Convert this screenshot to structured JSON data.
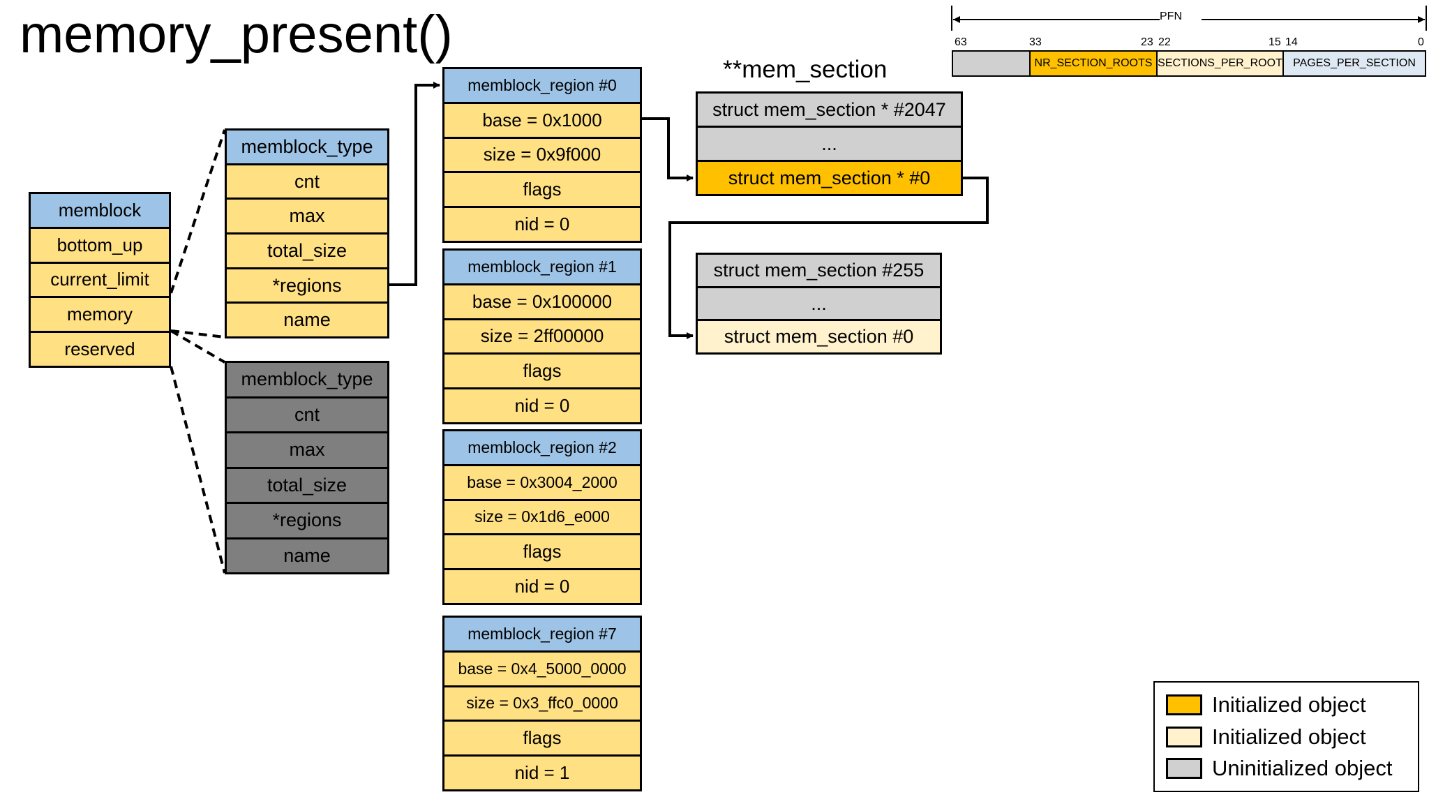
{
  "title": "memory_present()",
  "memblock": {
    "header": "memblock",
    "fields": [
      "bottom_up",
      "current_limit",
      "memory",
      "reserved"
    ]
  },
  "memblock_type_memory": {
    "header": "memblock_type",
    "fields": [
      "cnt",
      "max",
      "total_size",
      "*regions",
      "name"
    ]
  },
  "memblock_type_reserved": {
    "header": "memblock_type",
    "fields": [
      "cnt",
      "max",
      "total_size",
      "*regions",
      "name"
    ]
  },
  "regions": [
    {
      "header": "memblock_region #0",
      "base": "base = 0x1000",
      "size": "size = 0x9f000",
      "flags": "flags",
      "nid": "nid = 0"
    },
    {
      "header": "memblock_region #1",
      "base": "base = 0x100000",
      "size": "size = 2ff00000",
      "flags": "flags",
      "nid": "nid = 0"
    },
    {
      "header": "memblock_region #2",
      "base": "base = 0x3004_2000",
      "size": "size = 0x1d6_e000",
      "flags": "flags",
      "nid": "nid = 0"
    },
    {
      "header": "memblock_region #7",
      "base": "base = 0x4_5000_0000",
      "size": "size = 0x3_ffc0_0000",
      "flags": "flags",
      "nid": "nid = 1"
    }
  ],
  "mem_section_root": {
    "title": "**mem_section",
    "rows": [
      "struct mem_section * #2047",
      "...",
      "struct mem_section * #0"
    ]
  },
  "mem_section_array": {
    "rows": [
      "struct mem_section #255",
      "...",
      "struct mem_section #0"
    ]
  },
  "pfn": {
    "label": "PFN",
    "bits": [
      "63",
      "33",
      "23",
      "22",
      "15",
      "14",
      "0"
    ],
    "segments": [
      "",
      "NR_SECTION_ROOTS",
      "SECTIONS_PER_ROOT",
      "PAGES_PER_SECTION"
    ]
  },
  "legend": [
    {
      "label": "Initialized object",
      "color": "#ffc000"
    },
    {
      "label": "Initialized object",
      "color": "#fff2cc"
    },
    {
      "label": "Uninitialized object",
      "color": "#d0d0d0"
    }
  ],
  "colors": {
    "header_blue": "#9dc3e6",
    "field_yellow": "#ffe083",
    "unused_dark": "#7f7f7f",
    "uninitialized_gray": "#d0d0d0",
    "initialized_orange": "#ffc000",
    "initialized_cream": "#fff2cc",
    "pfn_low_blue": "#dee9f3"
  }
}
